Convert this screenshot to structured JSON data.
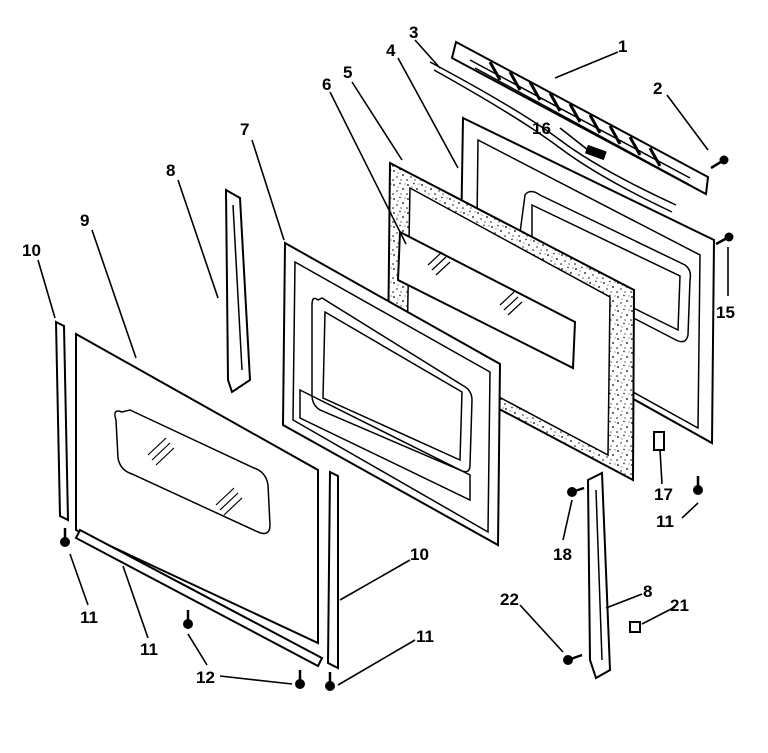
{
  "callouts": [
    {
      "id": "c1",
      "text": "1"
    },
    {
      "id": "c2",
      "text": "2"
    },
    {
      "id": "c3",
      "text": "3"
    },
    {
      "id": "c4",
      "text": "4"
    },
    {
      "id": "c5",
      "text": "5"
    },
    {
      "id": "c6",
      "text": "6"
    },
    {
      "id": "c7",
      "text": "7"
    },
    {
      "id": "c8a",
      "text": "8"
    },
    {
      "id": "c9",
      "text": "9"
    },
    {
      "id": "c10a",
      "text": "10"
    },
    {
      "id": "c16",
      "text": "16"
    },
    {
      "id": "c15",
      "text": "15"
    },
    {
      "id": "c17",
      "text": "17"
    },
    {
      "id": "c11a",
      "text": "11"
    },
    {
      "id": "c18",
      "text": "18"
    },
    {
      "id": "c10b",
      "text": "10"
    },
    {
      "id": "c8b",
      "text": "8"
    },
    {
      "id": "c21",
      "text": "21"
    },
    {
      "id": "c22",
      "text": "22"
    },
    {
      "id": "c11b",
      "text": "11"
    },
    {
      "id": "c11c",
      "text": "11"
    },
    {
      "id": "c12",
      "text": "12"
    },
    {
      "id": "c11d",
      "text": "11"
    }
  ]
}
